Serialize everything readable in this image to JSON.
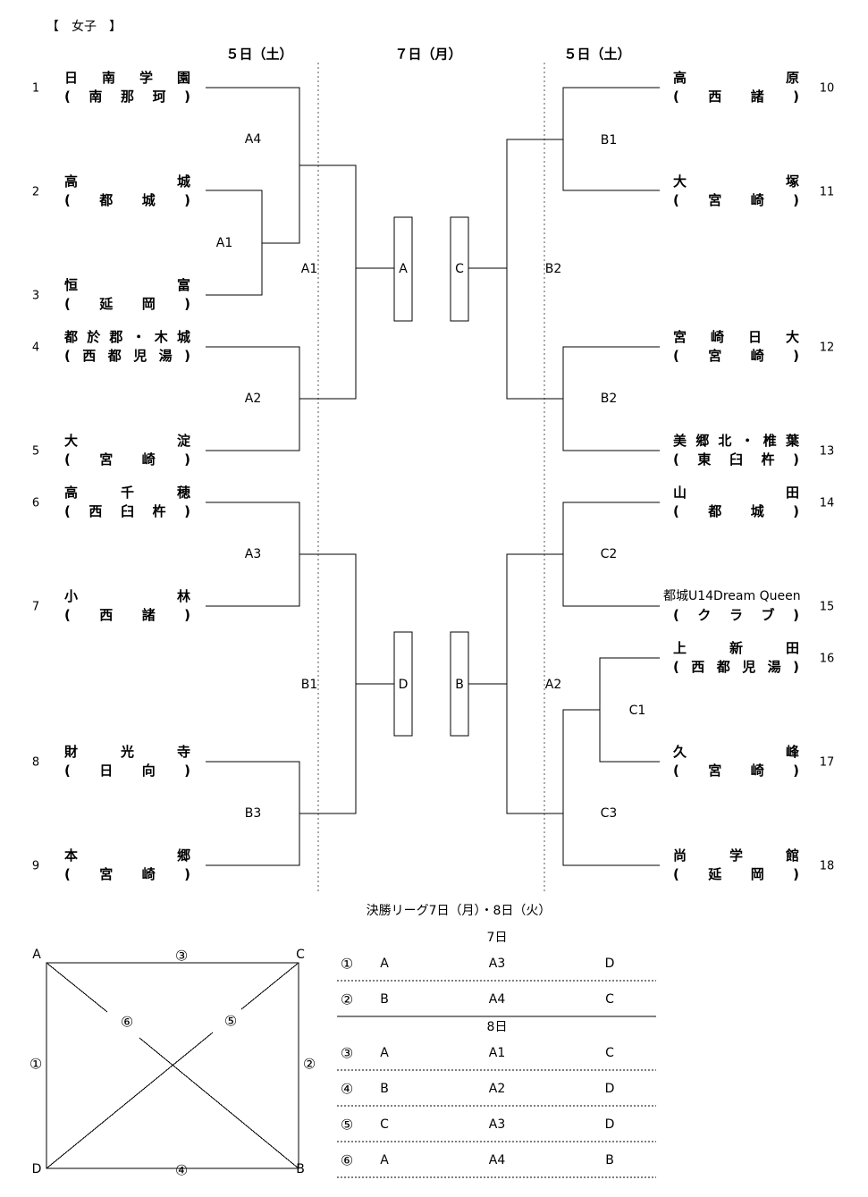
{
  "header": {
    "title": "【　女子　】",
    "day_left": "５日（土）",
    "day_center": "７日（月）",
    "day_right": "５日（土）"
  },
  "left_teams": [
    {
      "num": "1",
      "school": [
        "日",
        "南",
        "学",
        "園"
      ],
      "area": [
        "(",
        "南",
        "那",
        "珂",
        ")"
      ]
    },
    {
      "num": "2",
      "school": [
        "高",
        "城"
      ],
      "area": [
        "(",
        "都",
        "城",
        ")"
      ]
    },
    {
      "num": "3",
      "school": [
        "恒",
        "富"
      ],
      "area": [
        "(",
        "延",
        "岡",
        ")"
      ]
    },
    {
      "num": "4",
      "school": [
        "都",
        "於",
        "郡",
        "・",
        "木",
        "城"
      ],
      "area": [
        "(",
        "西",
        "都",
        "児",
        "湯",
        ")"
      ]
    },
    {
      "num": "5",
      "school": [
        "大",
        "淀"
      ],
      "area": [
        "(",
        "宮",
        "崎",
        ")"
      ]
    },
    {
      "num": "6",
      "school": [
        "高",
        "千",
        "穂"
      ],
      "area": [
        "(",
        "西",
        "臼",
        "杵",
        ")"
      ]
    },
    {
      "num": "7",
      "school": [
        "小",
        "林"
      ],
      "area": [
        "(",
        "西",
        "諸",
        ")"
      ]
    },
    {
      "num": "8",
      "school": [
        "財",
        "光",
        "寺"
      ],
      "area": [
        "(",
        "日",
        "向",
        ")"
      ]
    },
    {
      "num": "9",
      "school": [
        "本",
        "郷"
      ],
      "area": [
        "(",
        "宮",
        "崎",
        ")"
      ]
    }
  ],
  "right_teams": [
    {
      "num": "10",
      "school": [
        "高",
        "原"
      ],
      "area": [
        "(",
        "西",
        "諸",
        ")"
      ]
    },
    {
      "num": "11",
      "school": [
        "大",
        "塚"
      ],
      "area": [
        "(",
        "宮",
        "崎",
        ")"
      ]
    },
    {
      "num": "12",
      "school": [
        "宮",
        "崎",
        "日",
        "大"
      ],
      "area": [
        "(",
        "宮",
        "崎",
        ")"
      ]
    },
    {
      "num": "13",
      "school": [
        "美",
        "郷",
        "北",
        "・",
        "椎",
        "葉"
      ],
      "area": [
        "(",
        "東",
        "臼",
        "杵",
        ")"
      ]
    },
    {
      "num": "14",
      "school": [
        "山",
        "田"
      ],
      "area": [
        "(",
        "都",
        "城",
        ")"
      ]
    },
    {
      "num": "15",
      "school": [
        "都城U14Dream Queen"
      ],
      "area": [
        "(",
        "ク",
        "ラ",
        "ブ",
        ")"
      ]
    },
    {
      "num": "16",
      "school": [
        "上",
        "新",
        "田"
      ],
      "area": [
        "(",
        "西",
        "都",
        "児",
        "湯",
        ")"
      ]
    },
    {
      "num": "17",
      "school": [
        "久",
        "峰"
      ],
      "area": [
        "(",
        "宮",
        "崎",
        ")"
      ]
    },
    {
      "num": "18",
      "school": [
        "尚",
        "学",
        "館"
      ],
      "area": [
        "(",
        "延",
        "岡",
        ")"
      ]
    }
  ],
  "match_labels": {
    "left": [
      "A4",
      "A1",
      "A1",
      "A2",
      "A3",
      "B1",
      "B3"
    ],
    "right": [
      "B1",
      "B2",
      "B2",
      "C2",
      "A2",
      "C1",
      "C3"
    ]
  },
  "group_boxes": [
    "A",
    "C",
    "D",
    "B"
  ],
  "league": {
    "title": "決勝リーグ7日（月）・8日（火）",
    "corners": {
      "tl": "A",
      "tr": "C",
      "bl": "D",
      "br": "B"
    },
    "edge_marks": {
      "top": "③",
      "left": "①",
      "right": "②",
      "bottom": "④",
      "diag_left": "⑥",
      "diag_right": "⑤"
    },
    "day1": "7日",
    "day2": "8日",
    "rows": [
      {
        "no": "①",
        "home": "A",
        "ref": "A3",
        "away": "D"
      },
      {
        "no": "②",
        "home": "B",
        "ref": "A4",
        "away": "C"
      },
      {
        "no": "③",
        "home": "A",
        "ref": "A1",
        "away": "C"
      },
      {
        "no": "④",
        "home": "B",
        "ref": "A2",
        "away": "D"
      },
      {
        "no": "⑤",
        "home": "C",
        "ref": "A3",
        "away": "D"
      },
      {
        "no": "⑥",
        "home": "A",
        "ref": "A4",
        "away": "B"
      }
    ]
  }
}
